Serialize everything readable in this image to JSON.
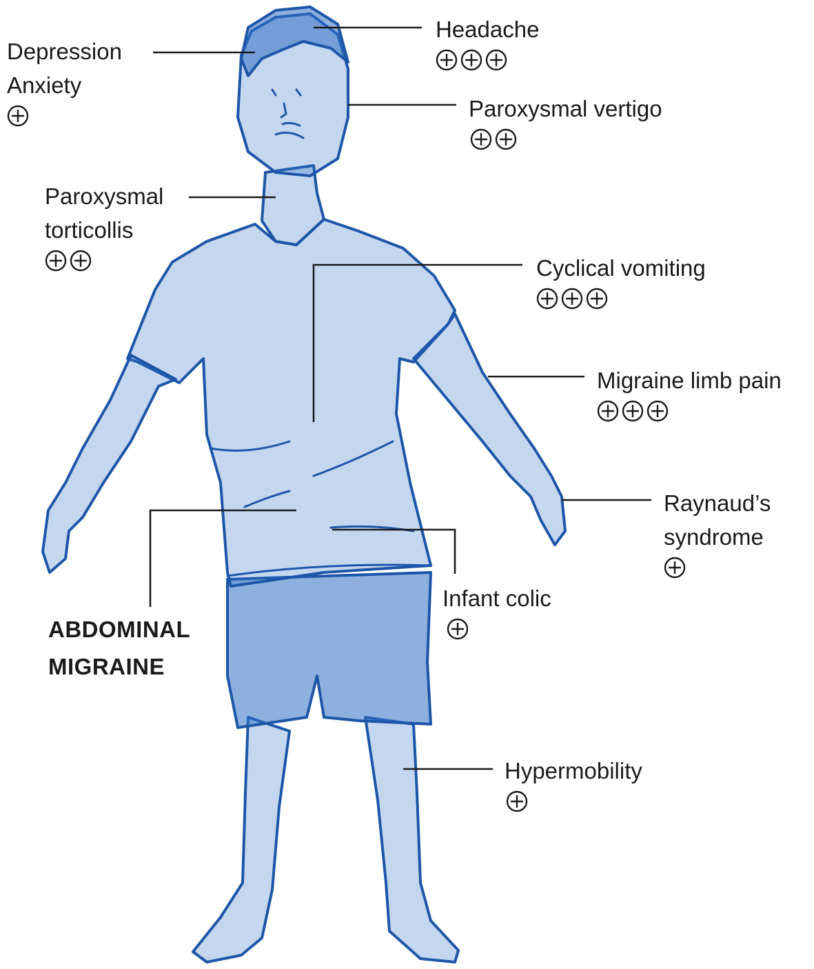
{
  "colors": {
    "ink": "#2f6fc4",
    "ink_dark": "#1d56a8",
    "text": "#1a1a1a"
  },
  "icon": "circled-plus-icon",
  "labels": [
    {
      "id": "depression-anxiety",
      "lines": [
        "Depression",
        "Anxiety"
      ],
      "plus_count": 1,
      "bold": false
    },
    {
      "id": "headache",
      "lines": [
        "Headache"
      ],
      "plus_count": 3,
      "bold": false
    },
    {
      "id": "paroxysmal-vertigo",
      "lines": [
        "Paroxysmal vertigo"
      ],
      "plus_count": 2,
      "bold": false
    },
    {
      "id": "paroxysmal-torticollis",
      "lines": [
        "Paroxysmal",
        "torticollis"
      ],
      "plus_count": 2,
      "bold": false
    },
    {
      "id": "cyclical-vomiting",
      "lines": [
        "Cyclical vomiting"
      ],
      "plus_count": 3,
      "bold": false
    },
    {
      "id": "migraine-limb-pain",
      "lines": [
        "Migraine limb pain"
      ],
      "plus_count": 3,
      "bold": false
    },
    {
      "id": "raynauds-syndrome",
      "lines": [
        "Raynaud’s",
        "syndrome"
      ],
      "plus_count": 1,
      "bold": false
    },
    {
      "id": "infant-colic",
      "lines": [
        "Infant colic"
      ],
      "plus_count": 1,
      "bold": false
    },
    {
      "id": "abdominal-migraine",
      "lines": [
        "ABDOMINAL",
        "MIGRAINE"
      ],
      "plus_count": 0,
      "bold": true
    },
    {
      "id": "hypermobility",
      "lines": [
        "Hypermobility"
      ],
      "plus_count": 1,
      "bold": false
    }
  ]
}
